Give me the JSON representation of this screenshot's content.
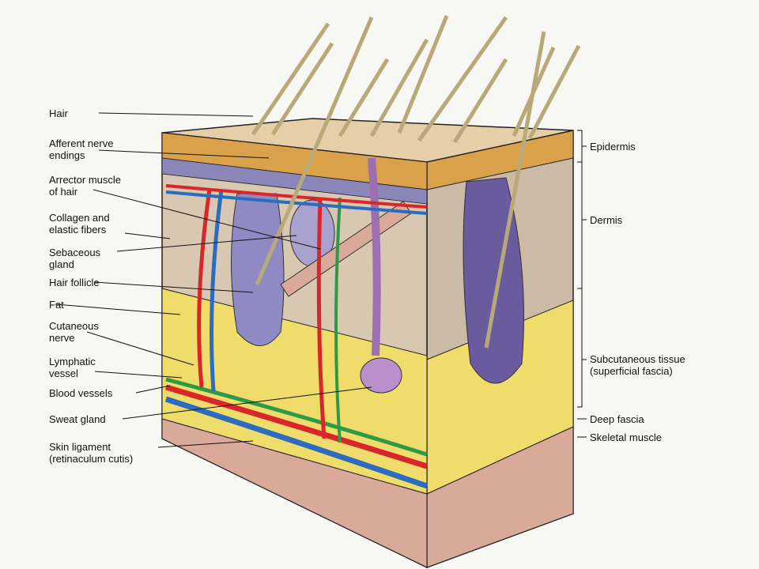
{
  "labels_left": [
    {
      "id": "hair",
      "lines": [
        "Hair"
      ]
    },
    {
      "id": "afferent",
      "lines": [
        "Afferent nerve",
        "endings"
      ]
    },
    {
      "id": "arrector",
      "lines": [
        "Arrector muscle",
        "of hair"
      ]
    },
    {
      "id": "collagen",
      "lines": [
        "Collagen and",
        "elastic fibers"
      ]
    },
    {
      "id": "sebaceous",
      "lines": [
        "Sebaceous",
        "gland"
      ]
    },
    {
      "id": "follicle",
      "lines": [
        "Hair follicle"
      ]
    },
    {
      "id": "fat",
      "lines": [
        "Fat"
      ]
    },
    {
      "id": "cutaneous",
      "lines": [
        "Cutaneous",
        "nerve"
      ]
    },
    {
      "id": "lymphatic",
      "lines": [
        "Lymphatic",
        "vessel"
      ]
    },
    {
      "id": "blood",
      "lines": [
        "Blood vessels"
      ]
    },
    {
      "id": "sweat",
      "lines": [
        "Sweat gland"
      ]
    },
    {
      "id": "ligament",
      "lines": [
        "Skin ligament",
        "(retinaculum cutis)"
      ]
    }
  ],
  "labels_right": [
    {
      "id": "epidermis",
      "lines": [
        "Epidermis"
      ]
    },
    {
      "id": "dermis",
      "lines": [
        "Dermis"
      ]
    },
    {
      "id": "subcutaneous",
      "lines": [
        "Subcutaneous tissue",
        "(superficial fascia)"
      ]
    },
    {
      "id": "deepfascia",
      "lines": [
        "Deep fascia"
      ]
    },
    {
      "id": "skeletal",
      "lines": [
        "Skeletal muscle"
      ]
    }
  ],
  "colors": {
    "epidermis": "#d9a24a",
    "dermis": "#cdbfa9",
    "fat": "#f0dc6a",
    "muscle": "#d9a99a",
    "artery": "#d9262b",
    "vein": "#2a6cc0",
    "lymph": "#2f9a46",
    "follicle": "#6a5a9e",
    "hair": "#c9b98c"
  }
}
